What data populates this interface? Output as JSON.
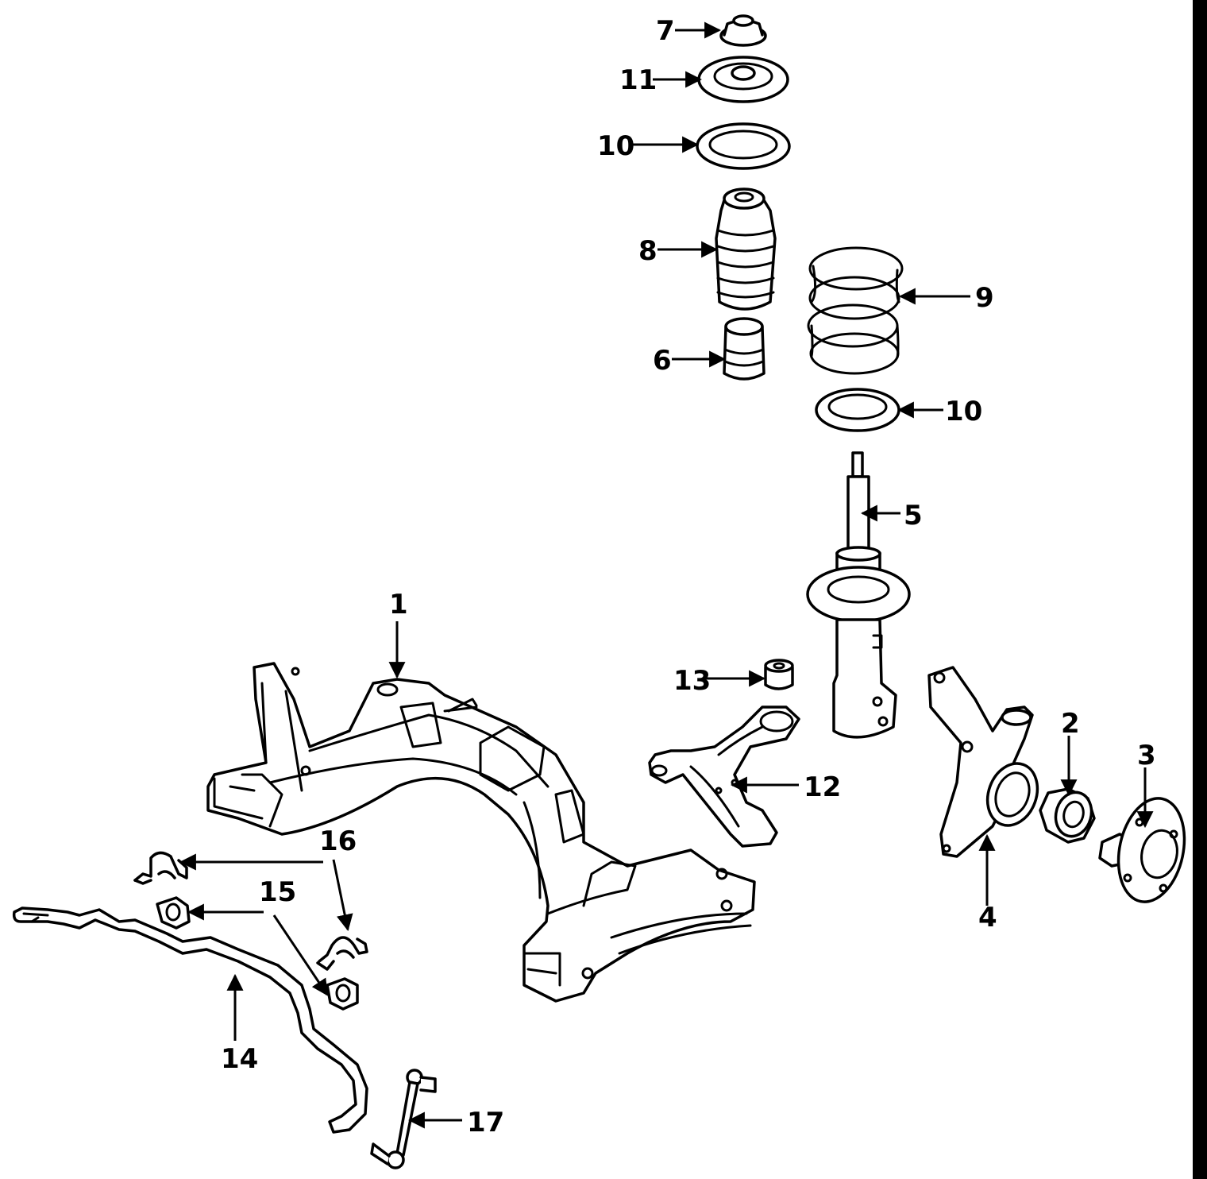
{
  "diagram": {
    "type": "exploded parts diagram",
    "callouts": [
      {
        "id": "c7",
        "label": "7"
      },
      {
        "id": "c11",
        "label": "11"
      },
      {
        "id": "c10a",
        "label": "10"
      },
      {
        "id": "c8",
        "label": "8"
      },
      {
        "id": "c9",
        "label": "9"
      },
      {
        "id": "c6",
        "label": "6"
      },
      {
        "id": "c10b",
        "label": "10"
      },
      {
        "id": "c5",
        "label": "5"
      },
      {
        "id": "c1",
        "label": "1"
      },
      {
        "id": "c13",
        "label": "13"
      },
      {
        "id": "c12",
        "label": "12"
      },
      {
        "id": "c2",
        "label": "2"
      },
      {
        "id": "c3",
        "label": "3"
      },
      {
        "id": "c4",
        "label": "4"
      },
      {
        "id": "c16",
        "label": "16"
      },
      {
        "id": "c15",
        "label": "15"
      },
      {
        "id": "c14",
        "label": "14"
      },
      {
        "id": "c17",
        "label": "17"
      }
    ]
  },
  "colors": {
    "line": "#000000",
    "background": "#ffffff"
  }
}
